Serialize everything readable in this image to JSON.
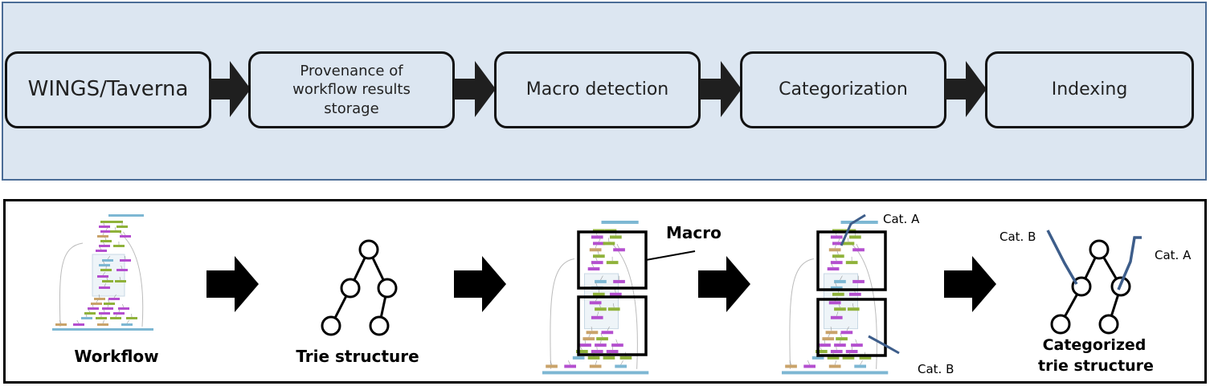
{
  "pipeline": {
    "stages": [
      {
        "label": "WINGS/Taverna"
      },
      {
        "lines": [
          "Provenance of",
          "workflow results",
          "storage"
        ]
      },
      {
        "label": "Macro detection"
      },
      {
        "label": "Categorization"
      },
      {
        "label": "Indexing"
      }
    ]
  },
  "illustration": {
    "workflow_caption": "Workflow",
    "trie_caption": "Trie structure",
    "macro_label": "Macro",
    "categorized_caption": [
      "Categorized",
      "trie structure"
    ],
    "category_labels": {
      "a": "Cat. A",
      "b": "Cat. B"
    }
  },
  "colors": {
    "panel_fill": "#dce6f1",
    "panel_border": "#4a6c96",
    "category_line": "#3d5d8a",
    "workflow_node_purple": "#b44fcf",
    "workflow_node_tan": "#c9a36a",
    "workflow_node_green": "#8fb23a",
    "workflow_node_blue": "#7db7d3"
  }
}
